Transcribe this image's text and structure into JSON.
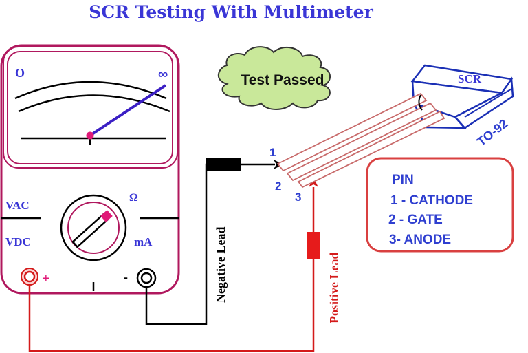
{
  "title": "SCR Testing With Multimeter",
  "multimeter": {
    "scale_zero": "O",
    "scale_infinity": "∞",
    "mode_labels": {
      "vac": "VAC",
      "vdc": "VDC",
      "ohm": "Ω",
      "ma": "mA"
    },
    "positive_terminal_sign": "+",
    "negative_terminal_sign": "-",
    "needle_position": "infinity"
  },
  "status_cloud": {
    "text": "Test Passed"
  },
  "component": {
    "name": "SCR",
    "package": "TO-92",
    "pin_numbers": [
      "1",
      "2",
      "3"
    ]
  },
  "pin_legend": {
    "heading": "PIN",
    "rows": [
      "1 - CATHODE",
      "2 - GATE",
      "3- ANODE"
    ]
  },
  "leads": {
    "negative": "Negative Lead",
    "positive": "Positive Lead"
  },
  "colors": {
    "title": "#3a36d6",
    "meter_frame": "#b0185e",
    "needle": "#3b1fc4",
    "needle_pivot": "#e01a78",
    "positive": "#d41a1a",
    "negative": "#000000",
    "cloud_fill": "#c9e89a",
    "scr_outline": "#1a2fb5",
    "pin_outline": "#c86a6a",
    "legend_border": "#d94040",
    "text_blue": "#2f3fd0"
  }
}
